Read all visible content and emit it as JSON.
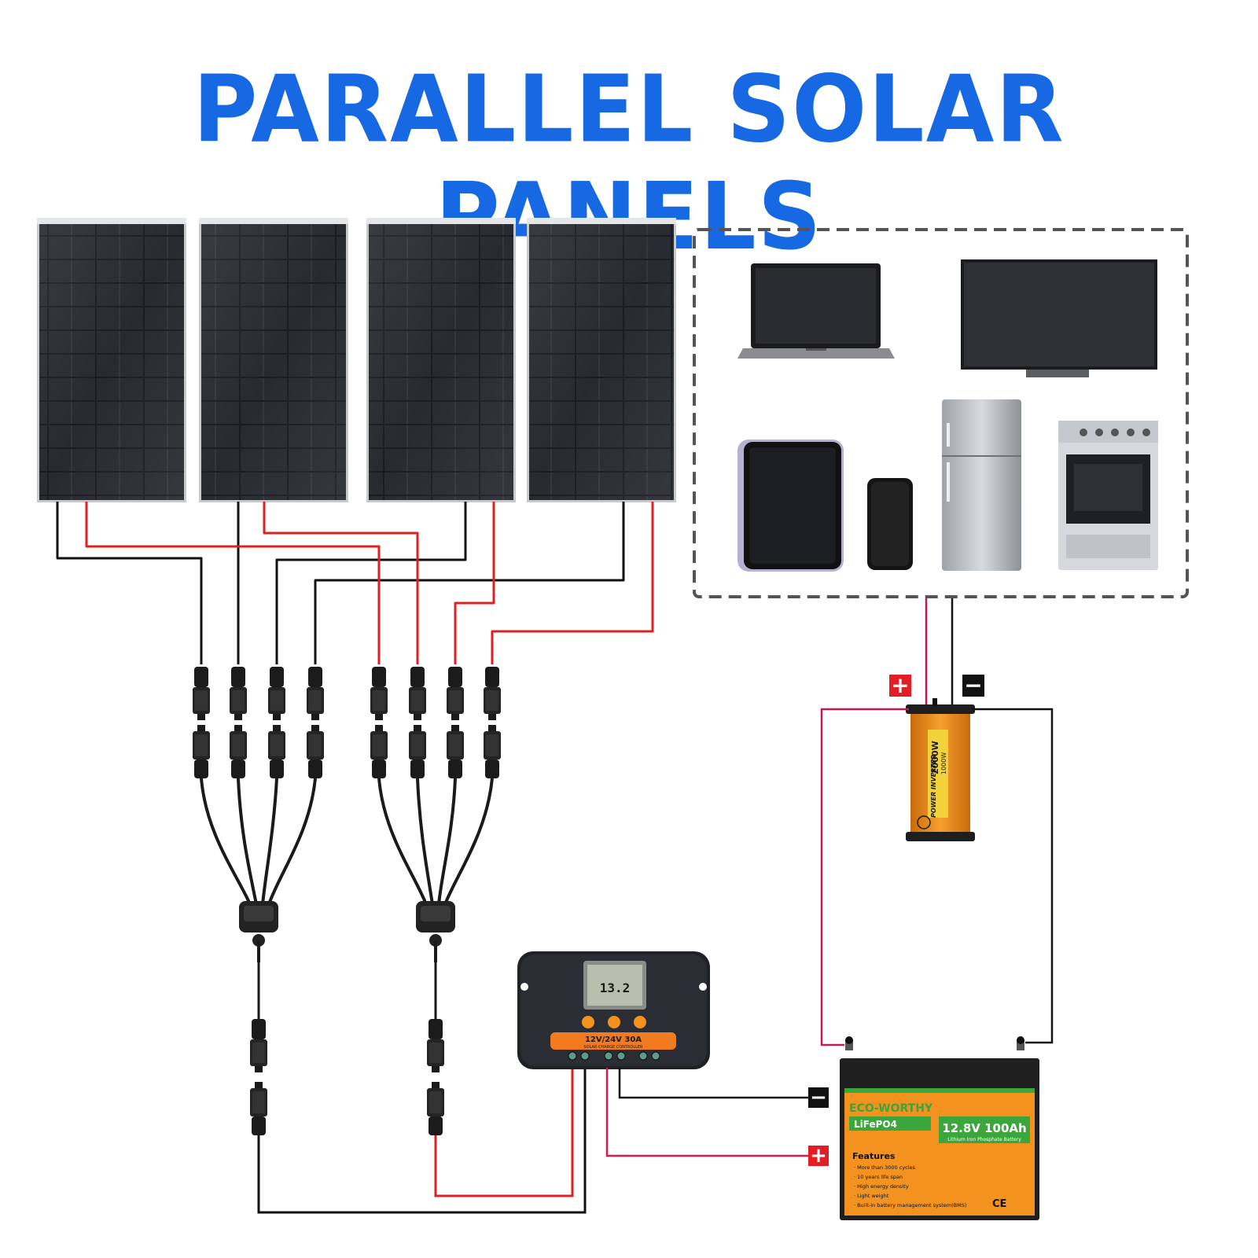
{
  "title": "PARALLEL SOLAR PANELS",
  "colors": {
    "title": "#1668e3",
    "positive_wire": "#e02020",
    "negative_wire": "#111111",
    "inverter": "#f08a1a",
    "battery": "#f3921e",
    "controller_accent": "#f27a1f"
  },
  "solar_panels": [
    {
      "name": "solar-panel-1"
    },
    {
      "name": "solar-panel-2"
    },
    {
      "name": "solar-panel-3"
    },
    {
      "name": "solar-panel-4"
    }
  ],
  "appliances": [
    {
      "name": "laptop"
    },
    {
      "name": "television"
    },
    {
      "name": "tablet"
    },
    {
      "name": "smartphone"
    },
    {
      "name": "refrigerator"
    },
    {
      "name": "oven"
    }
  ],
  "inverter": {
    "label_power": "2000W",
    "label_rated": "1000W",
    "label_name": "POWER INVERTER"
  },
  "controller": {
    "display": "13.2",
    "model": "12V/24V 30A",
    "subtitle": "SOLAR CHARGE CONTROLLER"
  },
  "battery": {
    "brand": "ECO-WORTHY",
    "chemistry": "LiFePO4",
    "capacity": "12.8V 100Ah",
    "capacity_sub": "Lithium Iron Phosphate Battery",
    "features_title": "Features",
    "features": [
      "· More than 3000 cycles",
      "· 10 years life span",
      "· High energy density",
      "· Light weight",
      "· Built-in battery management system(BMS)"
    ],
    "marks": "CE"
  },
  "terminal_symbols": {
    "positive": "+",
    "negative": "−"
  }
}
